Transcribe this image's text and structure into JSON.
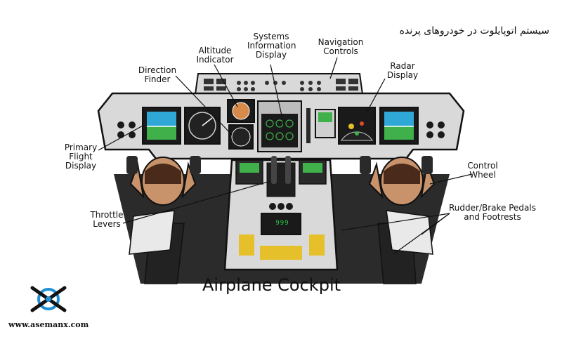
{
  "header": {
    "persian_title": "سیستم اتوپایلوت در خودروهای پرنده"
  },
  "diagram": {
    "title": "Airplane Cockpit",
    "labels": {
      "systems_information_display": [
        "Systems",
        "Information",
        "Display"
      ],
      "navigation_controls": [
        "Navigation",
        "Controls"
      ],
      "altitude_indicator": [
        "Altitude",
        "Indicator"
      ],
      "direction_finder": [
        "Direction",
        "Finder"
      ],
      "radar_display": [
        "Radar",
        "Display"
      ],
      "primary_flight_display": [
        "Primary",
        "Flight",
        "Display"
      ],
      "control_wheel": [
        "Control",
        "Wheel"
      ],
      "throttle_levers": [
        "Throttle",
        "Levers"
      ],
      "rudder_brake_pedals": [
        "Rudder/Brake Pedals",
        "and Footrests"
      ]
    },
    "console_readout": "999"
  },
  "footer": {
    "website": "www.asemanx.com"
  },
  "colors": {
    "panel": "#d9d9d9",
    "screen_blue": "#2fa8d8",
    "screen_green": "#3fb04a",
    "pilot_skin": "#c8926b",
    "floor": "#2b2b2b",
    "logo_blue": "#1f8fd6"
  }
}
